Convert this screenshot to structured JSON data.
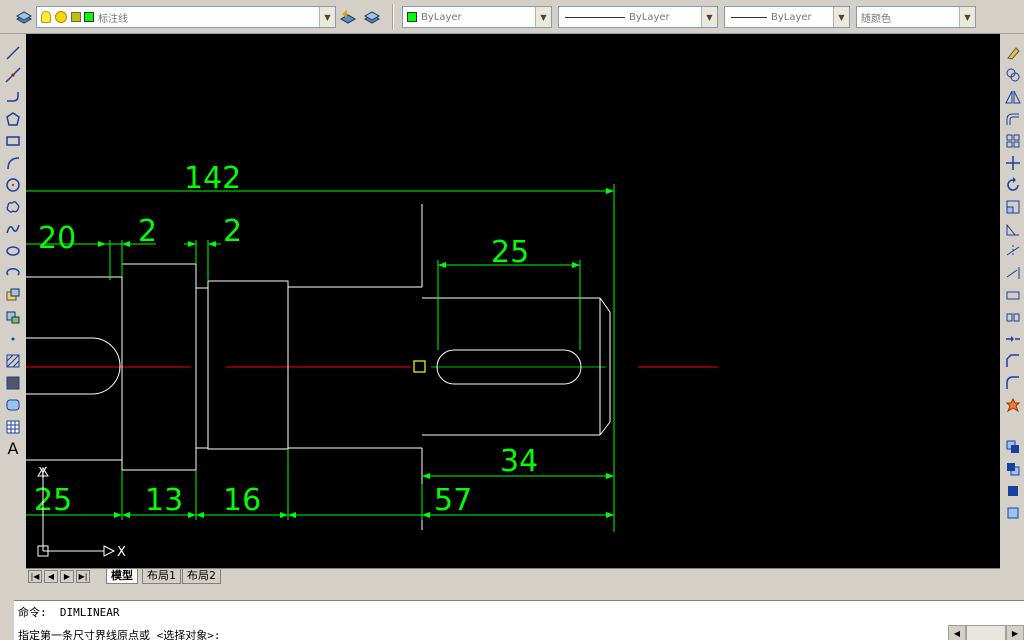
{
  "toolbar": {
    "layer_name": "标注线",
    "color_value": "ByLayer",
    "linetype_value": "ByLayer",
    "lineweight_value": "ByLayer",
    "plotstyle_value": "随颜色"
  },
  "drawing": {
    "dimensions": [
      "142",
      "20",
      "2",
      "2",
      "25",
      "34",
      "57",
      "25",
      "13",
      "16"
    ],
    "ucs_x_label": "X",
    "ucs_y_label": "Y"
  },
  "layout_tabs": [
    "模型",
    "布局1",
    "布局2"
  ],
  "command": {
    "prompt": "命令:",
    "last_command": "DIMLINEAR",
    "current_prompt": "指定第一条尺寸界线原点或 <选择对象>:"
  },
  "colors": {
    "canvas_bg": "#000000",
    "geometry": "#ffffff",
    "dimension": "#00ff00",
    "centerline": "#ff0000",
    "snap_marker": "#ffff00"
  }
}
